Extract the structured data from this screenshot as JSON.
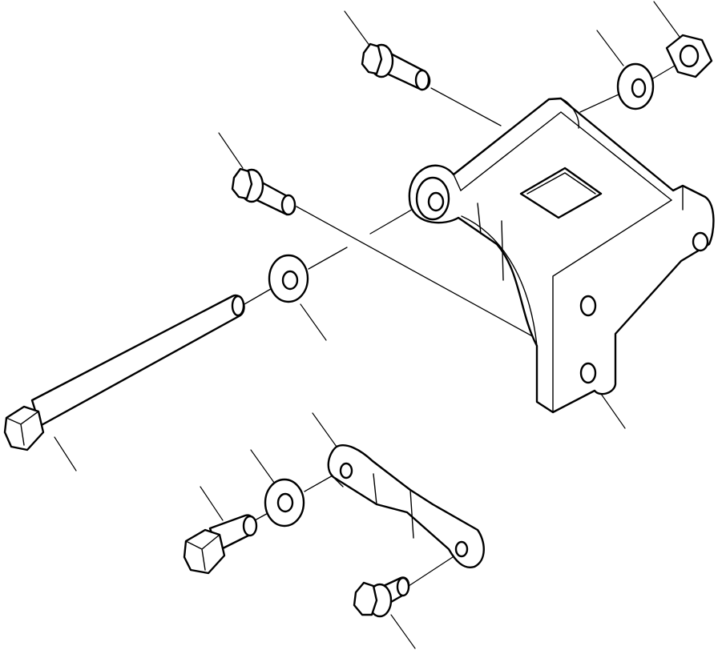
{
  "diagram": {
    "line_color": "#000000",
    "background": "#ffffff",
    "parts": [
      {
        "id": "flange-bolt-top",
        "icon": "flange-bolt-icon"
      },
      {
        "id": "washer-top",
        "icon": "washer-icon"
      },
      {
        "id": "hex-nut",
        "icon": "hex-nut-icon"
      },
      {
        "id": "mounting-bracket",
        "icon": "bracket-icon"
      },
      {
        "id": "flange-bolt-middle",
        "icon": "flange-bolt-icon"
      },
      {
        "id": "washer-middle",
        "icon": "washer-icon"
      },
      {
        "id": "long-hex-bolt",
        "icon": "long-bolt-icon"
      },
      {
        "id": "adjusting-link",
        "icon": "link-plate-icon"
      },
      {
        "id": "washer-bottom",
        "icon": "washer-icon"
      },
      {
        "id": "hex-bolt-bottom",
        "icon": "hex-bolt-icon"
      },
      {
        "id": "flange-bolt-bottom",
        "icon": "flange-bolt-icon"
      }
    ]
  }
}
